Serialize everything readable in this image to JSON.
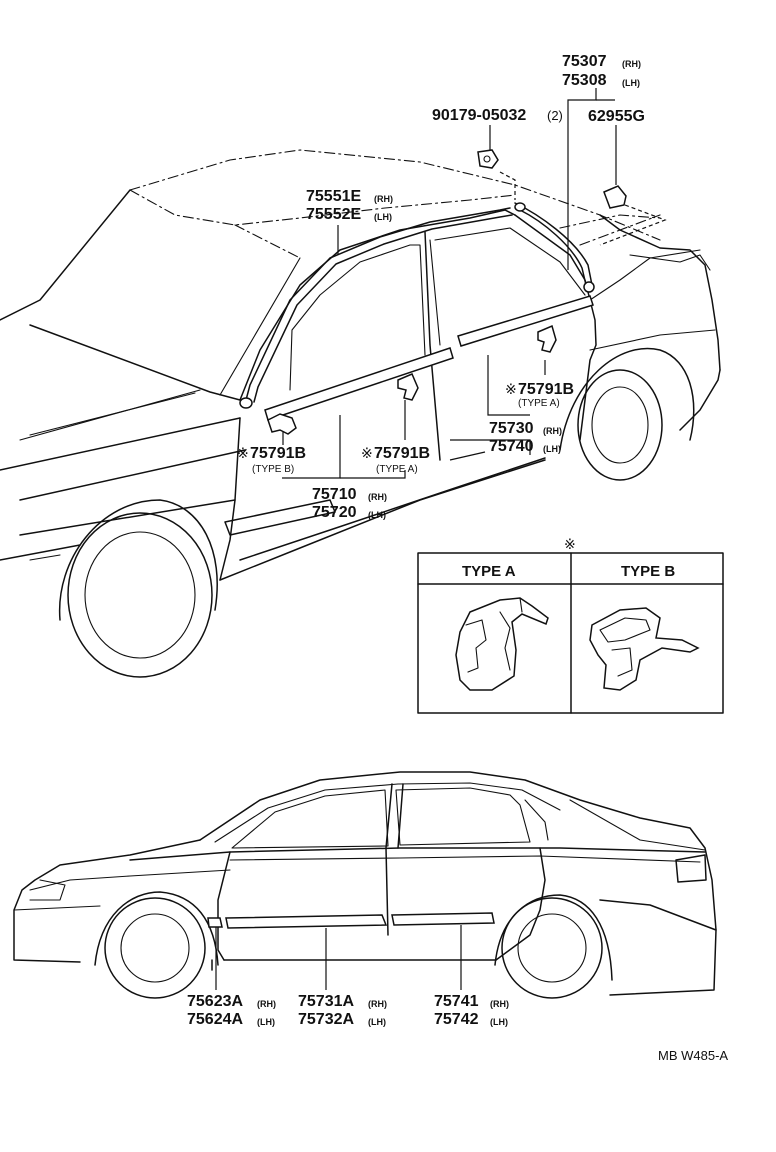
{
  "labels": {
    "roof_rh_no": "75307",
    "roof_rh_side": "(RH)",
    "roof_lh_no": "75308",
    "roof_lh_side": "(LH)",
    "screw_no": "90179-05032",
    "screw_qty": "(2)",
    "clip_no": "62955G",
    "belt_rh_no": "75551E",
    "belt_rh_side": "(RH)",
    "belt_lh_no": "75552E",
    "belt_lh_side": "(LH)",
    "clip_rear_mark": "※",
    "clip_rear_no": "75791B",
    "clip_rear_type": "(TYPE A)",
    "clip_front_mark": "※",
    "clip_front_no": "75791B",
    "clip_front_type": "(TYPE B)",
    "clip_mid_mark": "※",
    "clip_mid_no": "75791B",
    "clip_mid_type": "(TYPE A)",
    "rear_mold_rh_no": "75730",
    "rear_mold_rh_side": "(RH)",
    "rear_mold_lh_no": "75740",
    "rear_mold_lh_side": "(LH)",
    "front_mold_rh_no": "75710",
    "front_mold_rh_side": "(RH)",
    "front_mold_lh_no": "75720",
    "front_mold_lh_side": "(LH)",
    "fender_rh_no": "75623A",
    "fender_rh_side": "(RH)",
    "fender_lh_no": "75624A",
    "fender_lh_side": "(LH)",
    "fdoor_rh_no": "75731A",
    "fdoor_rh_side": "(RH)",
    "fdoor_lh_no": "75732A",
    "fdoor_lh_side": "(LH)",
    "rdoor_rh_no": "75741",
    "rdoor_rh_side": "(RH)",
    "rdoor_lh_no": "75742",
    "rdoor_lh_side": "(LH)"
  },
  "inset": {
    "mark": "※",
    "type_a": "TYPE A",
    "type_b": "TYPE B"
  },
  "figure_code": "MB W485-A"
}
